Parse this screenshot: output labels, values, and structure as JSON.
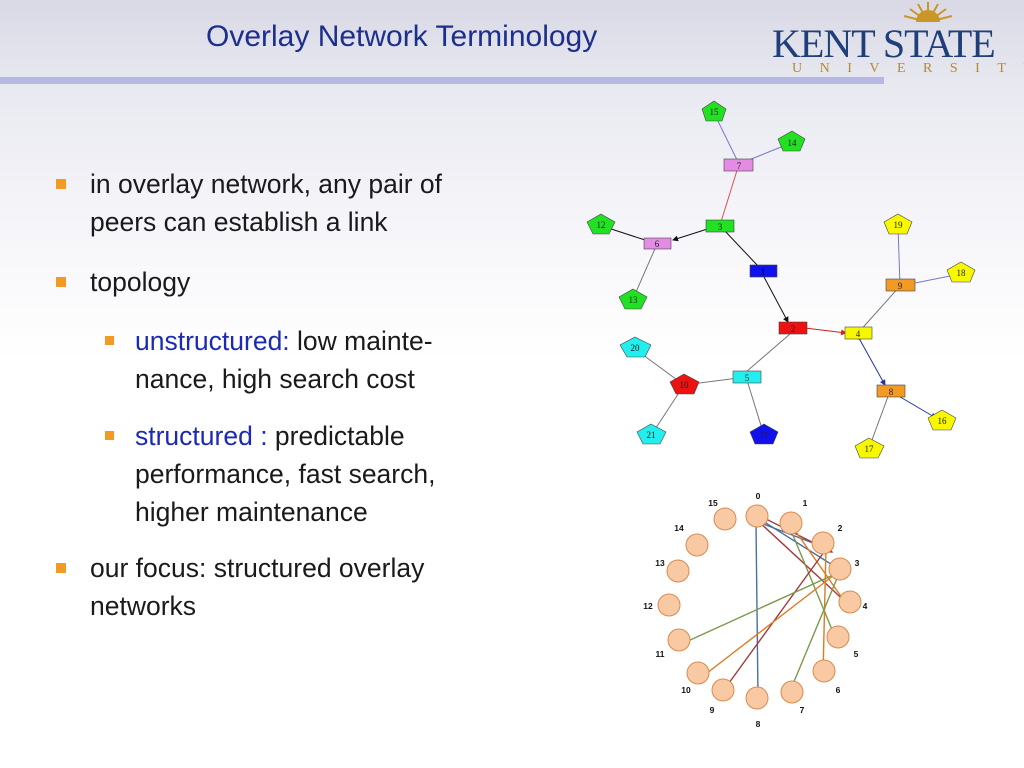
{
  "title": "Overlay Network Terminology",
  "logo": {
    "name": "KENT STATE",
    "sub": "UNIVERSITY"
  },
  "colors": {
    "title": "#1c2e8e",
    "bullet": "#f29a24",
    "highlight": "#1c2ab3",
    "rule": "#b6b8e2"
  },
  "bullets": {
    "b1": {
      "line1": "in overlay network, any pair of",
      "line2": "peers can establish a link"
    },
    "b2": {
      "line1": "topology"
    },
    "b3": {
      "term": "unstructured:",
      "line1_rest": " low mainte-",
      "line2": "nance,  high search cost"
    },
    "b4": {
      "term": "structured :",
      "line1_rest": " predictable",
      "line2": "performance, fast search,",
      "line3": "higher maintenance"
    },
    "b5": {
      "line1": "our focus: structured overlay",
      "line2": "networks"
    }
  },
  "graph": {
    "nodes": [
      {
        "id": "15",
        "shape": "pentagon",
        "color": "#22e022"
      },
      {
        "id": "14",
        "shape": "pentagon",
        "color": "#22e022"
      },
      {
        "id": "7",
        "shape": "rect",
        "color": "#e48ce4"
      },
      {
        "id": "12",
        "shape": "pentagon",
        "color": "#22e022"
      },
      {
        "id": "6",
        "shape": "rect",
        "color": "#e48ce4"
      },
      {
        "id": "3",
        "shape": "rect",
        "color": "#22e022"
      },
      {
        "id": "19",
        "shape": "pentagon",
        "color": "#f7f700"
      },
      {
        "id": "1",
        "shape": "rect",
        "color": "#1111ee"
      },
      {
        "id": "18",
        "shape": "pentagon",
        "color": "#f7f700"
      },
      {
        "id": "9",
        "shape": "rect",
        "color": "#f29a24"
      },
      {
        "id": "13",
        "shape": "pentagon",
        "color": "#22e022"
      },
      {
        "id": "2",
        "shape": "rect",
        "color": "#ee1111"
      },
      {
        "id": "4",
        "shape": "rect",
        "color": "#f7f700"
      },
      {
        "id": "20",
        "shape": "pentagon",
        "color": "#22eeee"
      },
      {
        "id": "10",
        "shape": "pentagon",
        "color": "#ee1111"
      },
      {
        "id": "5",
        "shape": "rect",
        "color": "#22eeee"
      },
      {
        "id": "8",
        "shape": "rect",
        "color": "#f29a24"
      },
      {
        "id": "16",
        "shape": "pentagon",
        "color": "#f7f700"
      },
      {
        "id": "21",
        "shape": "pentagon",
        "color": "#22eeee"
      },
      {
        "id": "11",
        "shape": "pentagon",
        "color": "#1111ee"
      },
      {
        "id": "17",
        "shape": "pentagon",
        "color": "#f7f700"
      }
    ]
  },
  "ring": {
    "labels": [
      "0",
      "1",
      "2",
      "3",
      "4",
      "5",
      "6",
      "7",
      "8",
      "9",
      "10",
      "11",
      "12",
      "13",
      "14",
      "15"
    ],
    "node_color": "#f9c9a4",
    "node_stroke": "#d98a4e"
  }
}
